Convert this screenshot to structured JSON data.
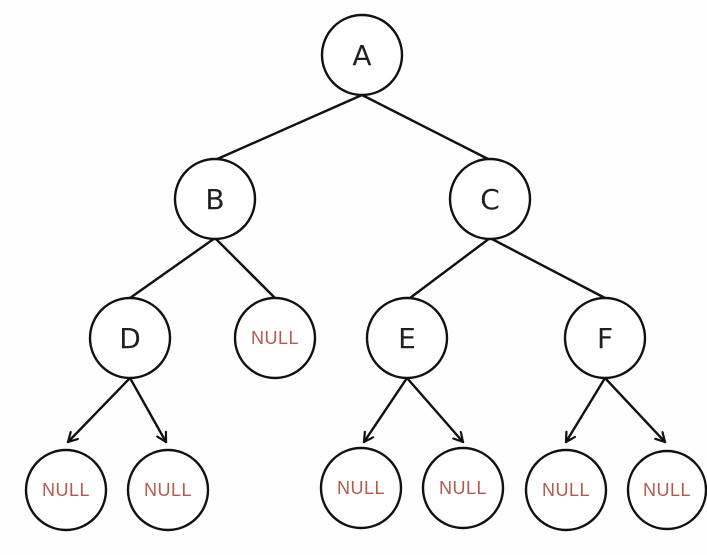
{
  "tree": {
    "nodes": {
      "a": "A",
      "b": "B",
      "c": "C",
      "d": "D",
      "e": "E",
      "f": "F",
      "b_right_null": "NULL",
      "d_left_null": "NULL",
      "d_right_null": "NULL",
      "e_left_null": "NULL",
      "e_right_null": "NULL",
      "f_left_null": "NULL",
      "f_right_null": "NULL"
    },
    "null_label_color": "#b45a4d",
    "line_color": "#111111"
  }
}
